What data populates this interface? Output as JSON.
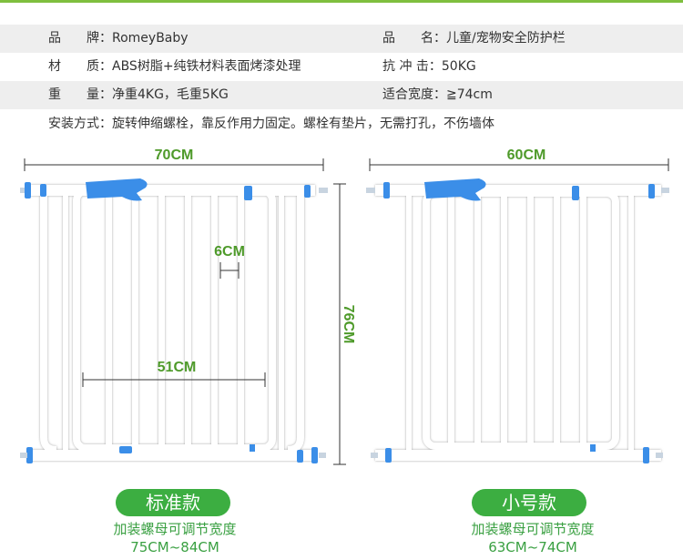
{
  "specs": {
    "row1": {
      "left": "品　　牌：RomeyBaby",
      "right": "品　　名：儿童/宠物安全防护栏"
    },
    "row2": {
      "left": "材　　质：ABS树脂+纯铁材料表面烤漆处理",
      "right": "抗 冲 击：50KG"
    },
    "row3": {
      "left": "重　　量：净重4KG，毛重5KG",
      "right": "适合宽度：≧74cm"
    },
    "install": "安装方式：旋转伸缩螺栓，靠反作用力固定。螺栓有垫片，无需打孔，不伤墙体"
  },
  "gates": {
    "standard": {
      "width_label": "70CM",
      "height_label": "76CM",
      "bar_gap_label": "6CM",
      "opening_label": "51CM",
      "model_name": "标准款",
      "adjust_note": "加装螺母可调节宽度",
      "adjust_range": "75CM~84CM"
    },
    "small": {
      "width_label": "60CM",
      "model_name": "小号款",
      "adjust_note": "加装螺母可调节宽度",
      "adjust_range": "63CM~74CM"
    }
  },
  "colors": {
    "accent_green": "#3cae41",
    "dimension_text": "#4e9a2a",
    "fitting_blue": "#3b8ee8",
    "gate_frame": "#ffffff"
  }
}
